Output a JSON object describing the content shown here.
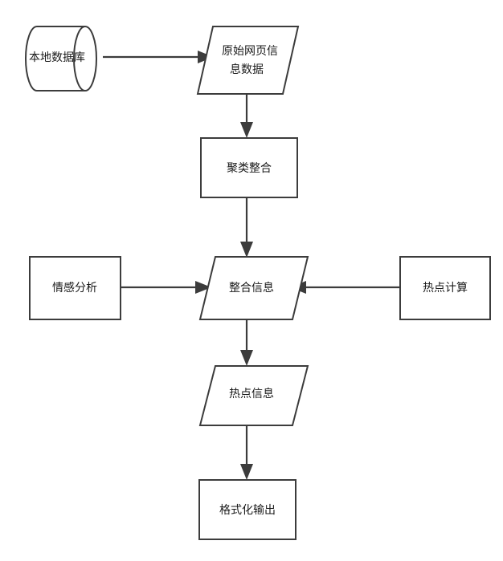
{
  "diagram": {
    "title": "",
    "background_color": "#ffffff",
    "stroke_color": "#3c3c3c",
    "text_color": "#1a1a1a",
    "nodes": [
      {
        "id": "local-database",
        "shape": "cylinder",
        "label": "本地数据库",
        "label_lines": [
          "本地数据库"
        ]
      },
      {
        "id": "raw-webpage-data",
        "shape": "parallelogram",
        "label": "原始网页信息数据",
        "label_lines": [
          "原始网页信",
          "息数据"
        ]
      },
      {
        "id": "clustering-integration",
        "shape": "rectangle",
        "label": "聚类整合",
        "label_lines": [
          "聚类整合"
        ]
      },
      {
        "id": "sentiment-analysis",
        "shape": "rectangle",
        "label": "情感分析",
        "label_lines": [
          "情感分析"
        ]
      },
      {
        "id": "integrated-information",
        "shape": "parallelogram",
        "label": "整合信息",
        "label_lines": [
          "整合信息"
        ]
      },
      {
        "id": "hotspot-calculation",
        "shape": "rectangle",
        "label": "热点计算",
        "label_lines": [
          "热点计算"
        ]
      },
      {
        "id": "hotspot-information",
        "shape": "parallelogram",
        "label": "热点信息",
        "label_lines": [
          "热点信息"
        ]
      },
      {
        "id": "formatted-output",
        "shape": "rectangle",
        "label": "格式化输出",
        "label_lines": [
          "格式化输出"
        ]
      }
    ],
    "edges": [
      {
        "id": "edge-db-to-raw",
        "from": "local-database",
        "to": "raw-webpage-data",
        "direction": "right",
        "label": ""
      },
      {
        "id": "edge-raw-to-cluster",
        "from": "raw-webpage-data",
        "to": "clustering-integration",
        "direction": "down",
        "label": ""
      },
      {
        "id": "edge-cluster-to-integrated",
        "from": "clustering-integration",
        "to": "integrated-information",
        "direction": "down",
        "label": ""
      },
      {
        "id": "edge-sentiment-to-integrated",
        "from": "sentiment-analysis",
        "to": "integrated-information",
        "direction": "right",
        "label": ""
      },
      {
        "id": "edge-hotspotcalc-to-integrated",
        "from": "hotspot-calculation",
        "to": "integrated-information",
        "direction": "left",
        "label": ""
      },
      {
        "id": "edge-integrated-to-hotspotinfo",
        "from": "integrated-information",
        "to": "hotspot-information",
        "direction": "down",
        "label": ""
      },
      {
        "id": "edge-hotspotinfo-to-output",
        "from": "hotspot-information",
        "to": "formatted-output",
        "direction": "down",
        "label": ""
      }
    ]
  }
}
